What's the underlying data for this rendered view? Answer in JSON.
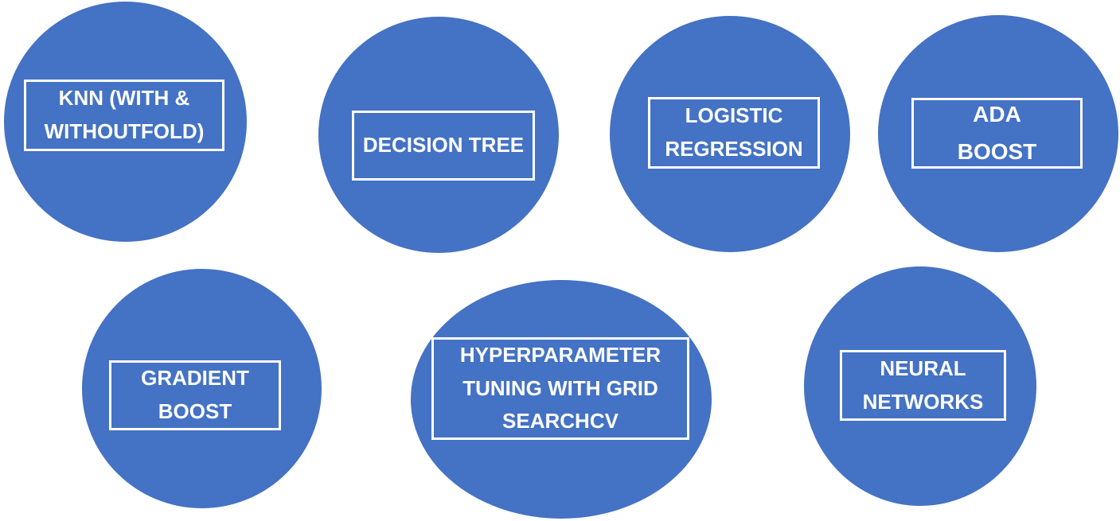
{
  "nodes": [
    {
      "id": "knn",
      "label": "KNN (WITH &\nWITHOUTFOLD)"
    },
    {
      "id": "decision-tree",
      "label": "DECISION TREE"
    },
    {
      "id": "logistic-regression",
      "label": "LOGISTIC\nREGRESSION"
    },
    {
      "id": "ada-boost",
      "label": "ADA\nBOOST"
    },
    {
      "id": "gradient-boost",
      "label": "GRADIENT\nBOOST"
    },
    {
      "id": "hyperparameter-tuning",
      "label": "HYPERPARAMETER\nTUNING WITH GRID\nSEARCHCV"
    },
    {
      "id": "neural-networks",
      "label": "NEURAL\nNETWORKS"
    }
  ],
  "colors": {
    "circle_fill": "#4472c4",
    "label_text": "#ffffff",
    "label_border": "#ffffff",
    "background": "#ffffff"
  }
}
